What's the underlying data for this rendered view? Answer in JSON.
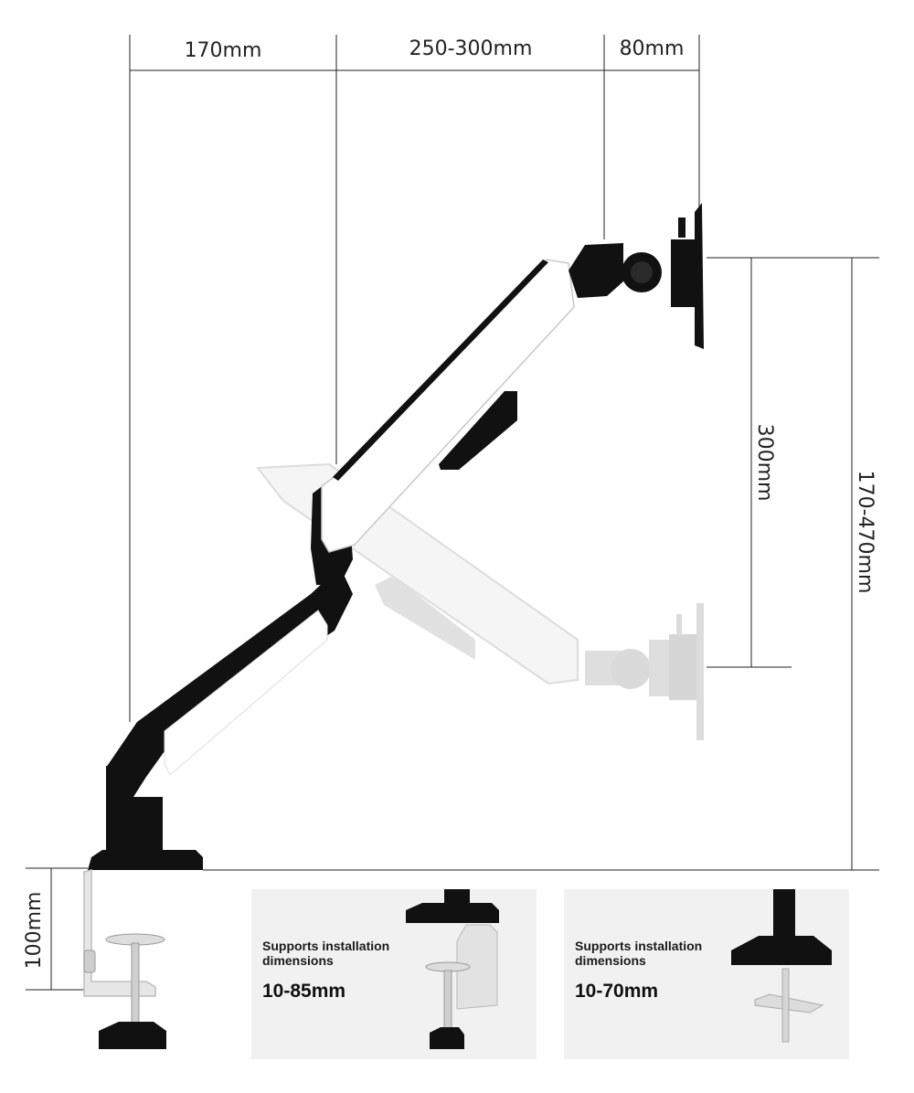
{
  "dimensions": {
    "reach_base": "170mm",
    "reach_arm": "250-300mm",
    "reach_head": "80mm",
    "vertical_travel": "300mm",
    "height_range": "170-470mm",
    "clamp_height": "100mm"
  },
  "panels": [
    {
      "title_line1": "Supports installation",
      "title_line2": "dimensions",
      "value": "10-85mm"
    },
    {
      "title_line1": "Supports installation",
      "title_line2": "dimensions",
      "value": "10-70mm"
    }
  ],
  "colors": {
    "arm_white": "#ffffff",
    "arm_black": "#111111",
    "ghost": "#d9d9d9",
    "panel_bg": "#f1f1f1",
    "line": "#222222"
  },
  "icons": [
    "monitor-arm",
    "desk-clamp",
    "grommet-mount"
  ]
}
